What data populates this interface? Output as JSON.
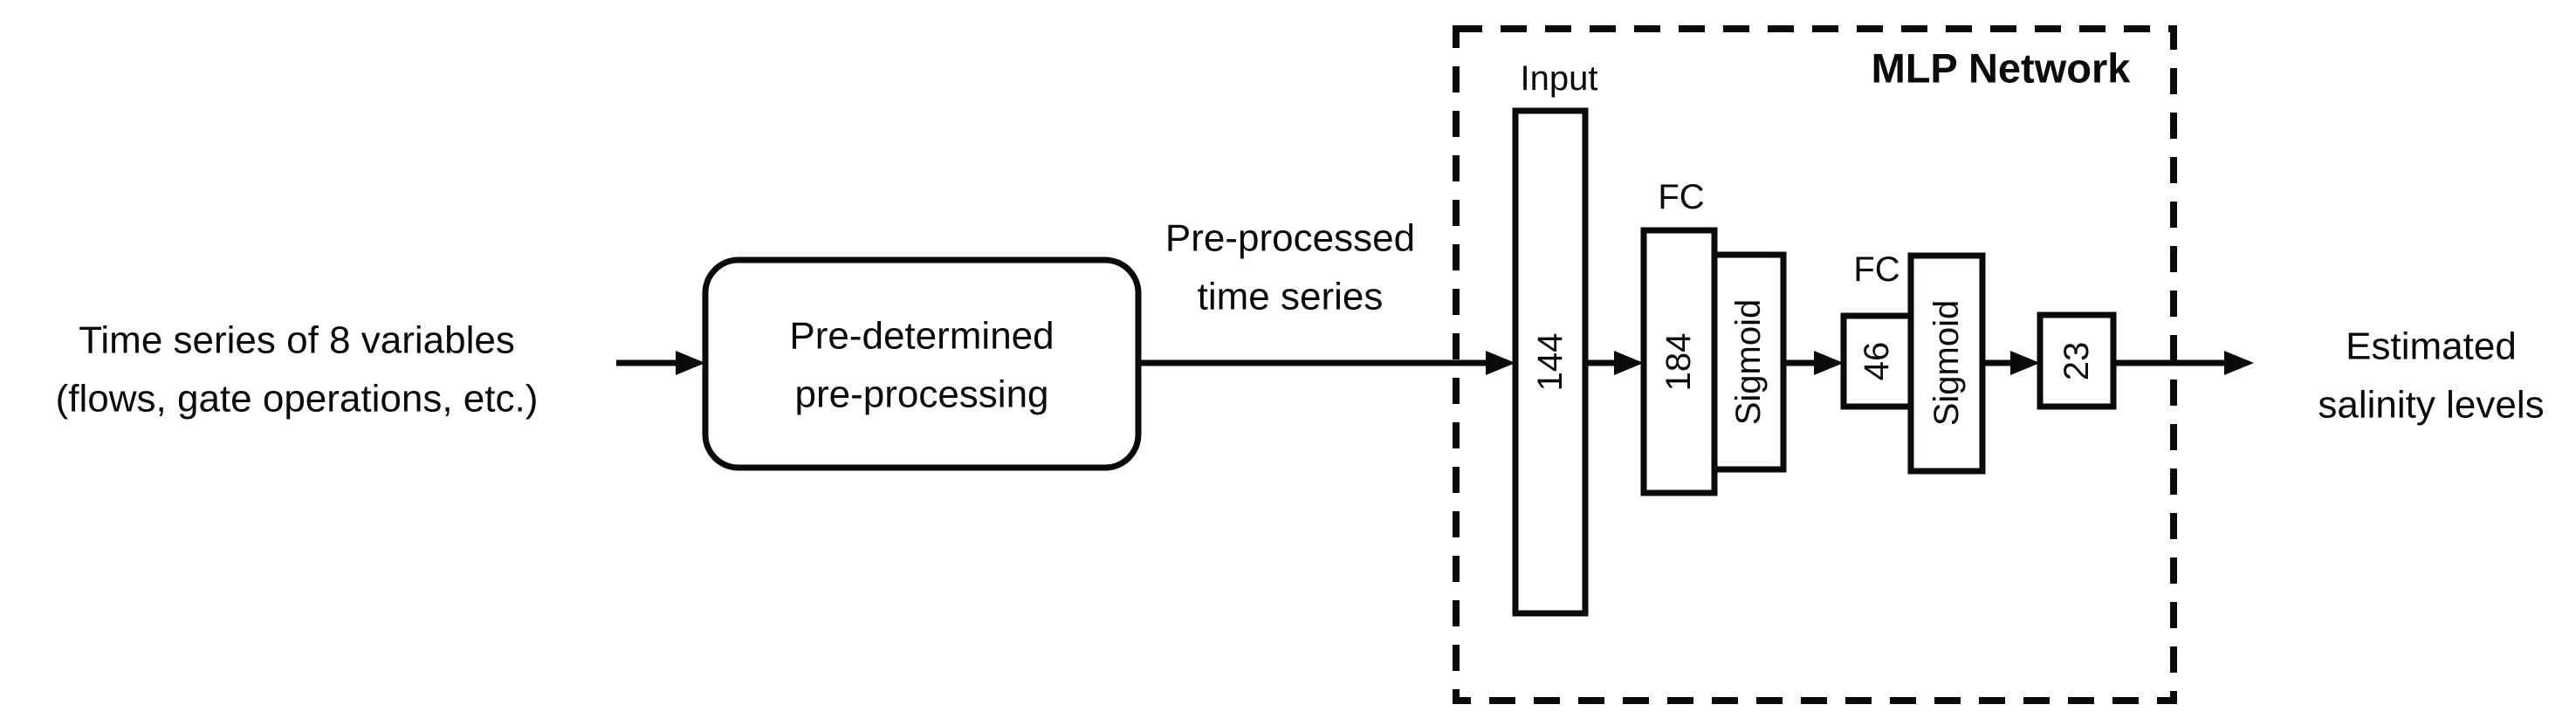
{
  "diagram": {
    "input_text": {
      "line1": "Time series of 8 variables",
      "line2": "(flows, gate operations, etc.)"
    },
    "preprocess_box": {
      "line1": "Pre-determined",
      "line2": "pre-processing"
    },
    "arrow_label": {
      "line1": "Pre-processed",
      "line2": "time series"
    },
    "mlp": {
      "title": "MLP Network",
      "input_label": "Input",
      "input_size": "144",
      "fc1_label": "FC",
      "fc1_size": "184",
      "sigmoid1": "Sigmoid",
      "fc2_label": "FC",
      "fc2_size": "46",
      "sigmoid2": "Sigmoid",
      "output_size": "23"
    },
    "output_text": {
      "line1": "Estimated",
      "line2": "salinity levels"
    },
    "colors": {
      "ink": "#0a0a0a",
      "background": "#ffffff"
    }
  }
}
